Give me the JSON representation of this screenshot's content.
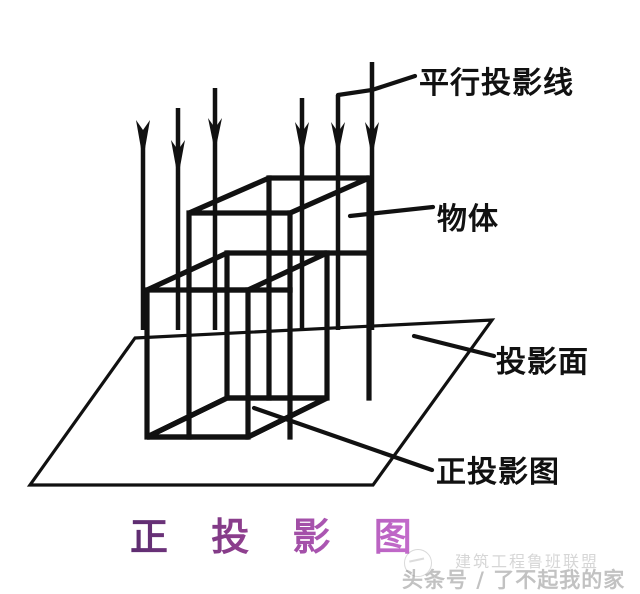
{
  "figure": {
    "caption": "正 投 影 图",
    "caption_color": "#8e3f8e",
    "line_color": "#111111",
    "background": "#ffffff"
  },
  "labels": {
    "parallel_rays": "平行投影线",
    "object": "物体",
    "projection_plane": "投影面",
    "orthographic_view": "正投影图"
  },
  "watermark": {
    "brand": "建筑工程鲁班联盟",
    "account": "头条号 / 了不起我的家"
  },
  "diagram": {
    "type": "orthographic-projection-illustration",
    "arrow_count": 6,
    "arrow_direction": "down",
    "solid_shape": "rectangular-box-wireframe",
    "plane_shape": "parallelogram",
    "shadow_shape": "parallelogram-projection"
  }
}
